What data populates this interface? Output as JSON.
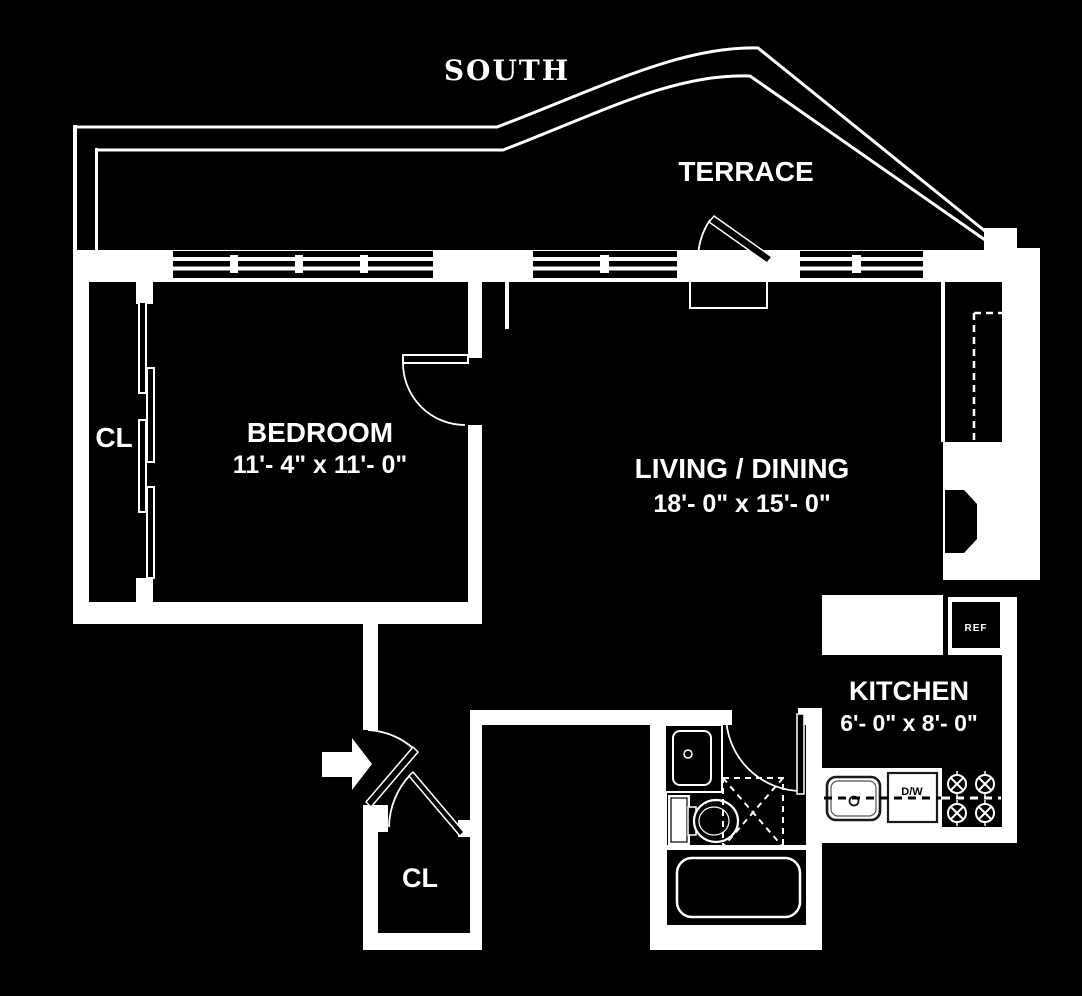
{
  "colors": {
    "background": "#000000",
    "line": "#ffffff"
  },
  "labels": {
    "orientation": "SOUTH",
    "terrace": "TERRACE",
    "bedroom_name": "BEDROOM",
    "bedroom_dims": "11'- 4\" x 11'- 0\"",
    "living_name": "LIVING / DINING",
    "living_dims": "18'- 0\" x 15'- 0\"",
    "kitchen_name": "KITCHEN",
    "kitchen_dims": "6'- 0\" x 8'- 0\"",
    "closet_bedroom": "CL",
    "closet_entry": "CL",
    "refrigerator": "REF",
    "dishwasher": "D/W"
  }
}
